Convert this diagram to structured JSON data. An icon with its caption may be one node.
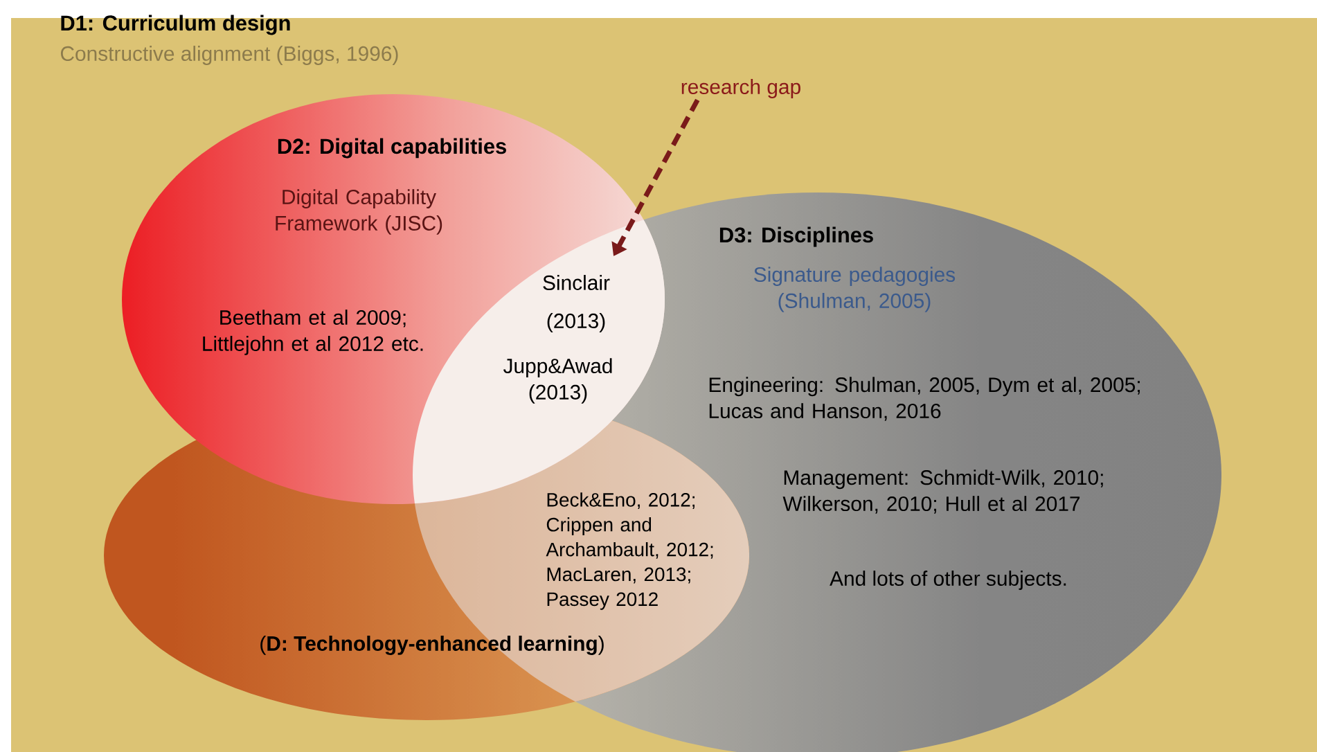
{
  "diagram": {
    "nodes": [
      {
        "text": [
          "D1: Curriculum design",
          "Constructive alignment (Biggs, 1996)"
        ]
      },
      {
        "text": [
          "research gap"
        ],
        "in": 0
      },
      {
        "text": [
          "D2: Digital capabilities",
          "Digital Capability Framework (JISC)",
          "Beetham et al 2009; Littlejohn et al 2012 etc."
        ],
        "in": 0
      },
      {
        "text": [
          "D3: Disciplines",
          "Signature pedagogies (Shulman, 2005)",
          "Engineering: Shulman, 2005, Dym et al, 2005; Lucas and Hanson, 2016",
          "Management: Schmidt-Wilk, 2010; Wilkerson, 2010; Hull et al 2017",
          "And lots of other subjects."
        ],
        "in": 0
      },
      {
        "text": [
          "(**D: Technology-enhanced learning**)"
        ],
        "in": 0
      }
    ],
    "edges": [
      {
        "from": 1,
        "to": 2,
        "arrow": "to",
        "style": "dashed",
        "color": "#7a1a1a"
      }
    ],
    "labels": [
      "Sinclair",
      "(2013)",
      "Jupp&Awad (2013)",
      "Beck&Eno, 2012; Crippen and Archambault, 2012; MacLaren, 2013; Passey 2012"
    ]
  }
}
